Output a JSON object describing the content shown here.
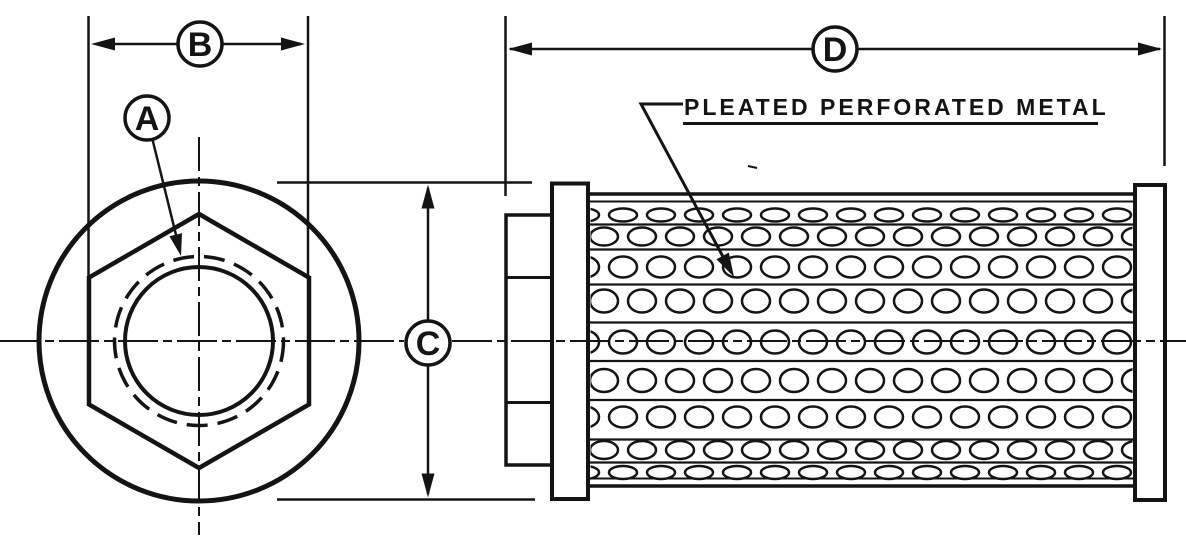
{
  "page": {
    "background": "#ffffff",
    "ink": "#141414"
  },
  "drawing": {
    "callout": {
      "label": "PLEATED PERFORATED METAL"
    },
    "dimensions": {
      "a": "A",
      "b": "B",
      "c": "C",
      "d": "D"
    }
  }
}
